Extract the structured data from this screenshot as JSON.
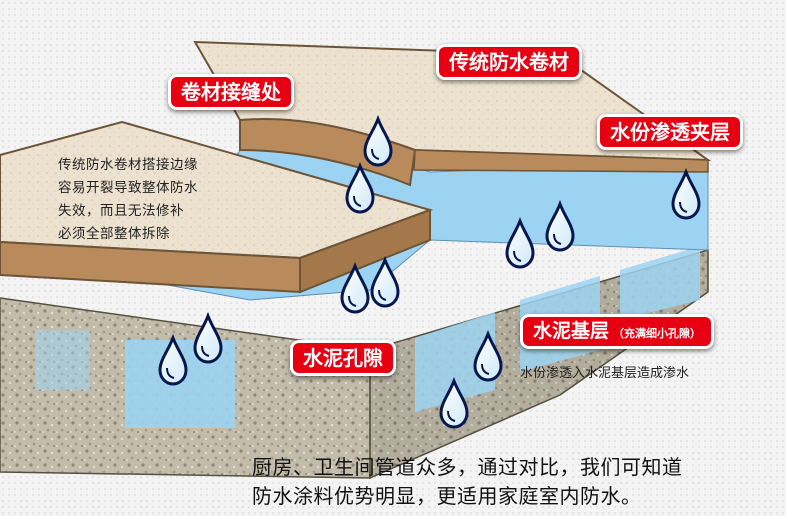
{
  "labels": {
    "seam": "卷材接缝处",
    "traditional_membrane": "传统防水卷材",
    "interlayer": "水份渗透夹层",
    "cement_pores": "水泥孔隙",
    "cement_base": "水泥基层",
    "cement_base_note": "（充满细小孔隙）"
  },
  "notes": {
    "membrane_failure": [
      "传统防水卷材搭接边缘",
      "容易开裂导致整体防水",
      "失效，而且无法修补",
      "必须全部整体拆除"
    ],
    "seepage": "水份渗透入水泥基层造成渗水"
  },
  "conclusion": [
    "厨房、卫生间管道众多，通过对比，我们可知道",
    "防水涂料优势明显，更适用家庭室内防水。"
  ],
  "colors": {
    "tag_red": "#e60012",
    "water_blue": "#9cd3f2",
    "membrane": "#ece0cc",
    "edge_brown": "#b98a5c",
    "concrete": "#bdb6a5"
  }
}
